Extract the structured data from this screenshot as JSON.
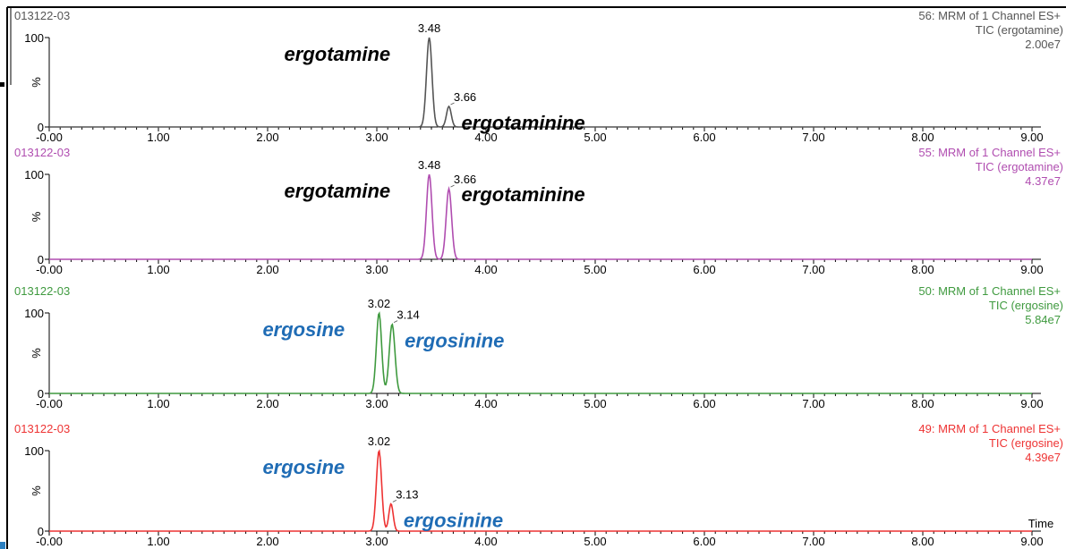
{
  "colors": {
    "panel1": "#555555",
    "panel2": "#b04db0",
    "panel3": "#3f9a3f",
    "panel4": "#ee3333",
    "label_black": "#000000",
    "label_blue": "#1f6cb5"
  },
  "x_axis": {
    "title": "Time",
    "ticks": [
      0,
      1,
      2,
      3,
      4,
      5,
      6,
      7,
      8,
      9
    ],
    "tick_labels": [
      "-0.00",
      "1.00",
      "2.00",
      "3.00",
      "4.00",
      "5.00",
      "6.00",
      "7.00",
      "8.00",
      "9.00"
    ],
    "range": [
      0,
      9
    ]
  },
  "y_axis": {
    "unit": "%",
    "tick_labels": [
      "0",
      "100"
    ],
    "range": [
      0,
      100
    ]
  },
  "chart_data": [
    {
      "type": "line",
      "sample": "013122-03",
      "channel": "56: MRM of 1 Channel ES+",
      "trace": "TIC (ergotamine)",
      "intensity": "2.00e7",
      "color": "#555555",
      "x_range": [
        0,
        9
      ],
      "y_range": [
        0,
        100
      ],
      "peaks": [
        {
          "rt": 3.48,
          "rt_label": "3.48",
          "height": 100,
          "width": 0.025,
          "compound": "ergotamine",
          "label_color": "#000000"
        },
        {
          "rt": 3.66,
          "rt_label": "3.66",
          "height": 23,
          "width": 0.022,
          "compound": "ergotaminine",
          "label_color": "#000000"
        }
      ]
    },
    {
      "type": "line",
      "sample": "013122-03",
      "channel": "55: MRM of 1 Channel ES+",
      "trace": "TIC (ergotamine)",
      "intensity": "4.37e7",
      "color": "#b04db0",
      "x_range": [
        0,
        9
      ],
      "y_range": [
        0,
        100
      ],
      "peaks": [
        {
          "rt": 3.48,
          "rt_label": "3.48",
          "height": 100,
          "width": 0.025,
          "compound": "ergotamine",
          "label_color": "#000000"
        },
        {
          "rt": 3.66,
          "rt_label": "3.66",
          "height": 83,
          "width": 0.025,
          "compound": "ergotaminine",
          "label_color": "#000000"
        }
      ]
    },
    {
      "type": "line",
      "sample": "013122-03",
      "channel": "50: MRM of 1 Channel ES+",
      "trace": "TIC (ergosine)",
      "intensity": "5.84e7",
      "color": "#3f9a3f",
      "x_range": [
        0,
        9
      ],
      "y_range": [
        0,
        100
      ],
      "peaks": [
        {
          "rt": 3.02,
          "rt_label": "3.02",
          "height": 100,
          "width": 0.024,
          "compound": "ergosine",
          "label_color": "#1f6cb5"
        },
        {
          "rt": 3.14,
          "rt_label": "3.14",
          "height": 86,
          "width": 0.026,
          "compound": "ergosinine",
          "label_color": "#1f6cb5"
        }
      ]
    },
    {
      "type": "line",
      "sample": "013122-03",
      "channel": "49: MRM of 1 Channel ES+",
      "trace": "TIC (ergosine)",
      "intensity": "4.39e7",
      "color": "#ee3333",
      "x_range": [
        0,
        9
      ],
      "y_range": [
        0,
        100
      ],
      "peaks": [
        {
          "rt": 3.02,
          "rt_label": "3.02",
          "height": 100,
          "width": 0.024,
          "compound": "ergosine",
          "label_color": "#1f6cb5"
        },
        {
          "rt": 3.13,
          "rt_label": "3.13",
          "height": 34,
          "width": 0.02,
          "compound": "ergosinine",
          "label_color": "#1f6cb5"
        }
      ]
    }
  ]
}
